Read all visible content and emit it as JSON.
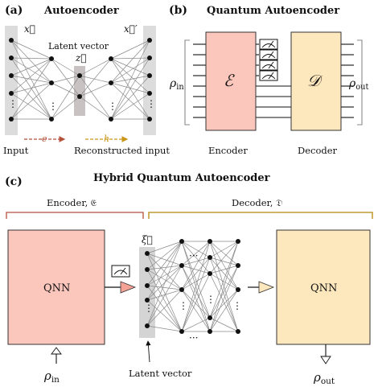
{
  "panel_a": {
    "tag": "(a)",
    "title": "Autoencoder",
    "input_vec": "x⃗",
    "latent_label": "Latent vector",
    "latent_vec": "z⃗",
    "output_vec": "x⃗′",
    "dots": "⋮",
    "input_label": "Input",
    "recon_label": "Reconstructed input",
    "enc_fn": "e",
    "dec_fn": "h"
  },
  "panel_b": {
    "tag": "(b)",
    "title": "Quantum Autoencoder",
    "rho_in": "ρin",
    "rho_out": "ρout",
    "encoder_symbol": "ℰ",
    "decoder_symbol": "𝒟",
    "encoder_label": "Encoder",
    "decoder_label": "Decoder"
  },
  "panel_c": {
    "tag": "(c)",
    "title": "Hybrid Quantum Autoencoder",
    "encoder_brace": "Encoder, 𝔈",
    "decoder_brace": "Decoder, 𝔇",
    "qnn_left": "QNN",
    "qnn_right": "QNN",
    "xi": "ξ⃗",
    "rho_in": "ρin",
    "rho_out": "ρout",
    "latent_label": "Latent vector",
    "dots_h": "···",
    "dots_v": "⋮"
  },
  "colors": {
    "pink": "#fbc6bc",
    "pink_stroke": "#333333",
    "cream": "#fde7bd",
    "brace_red": "#b5523b",
    "brace_gold": "#b8860b",
    "gray_band": "#d4d4d4",
    "latent_band": "#c9c2c2",
    "arrow_red": "#b5523b",
    "arrow_gold": "#c9961a"
  }
}
